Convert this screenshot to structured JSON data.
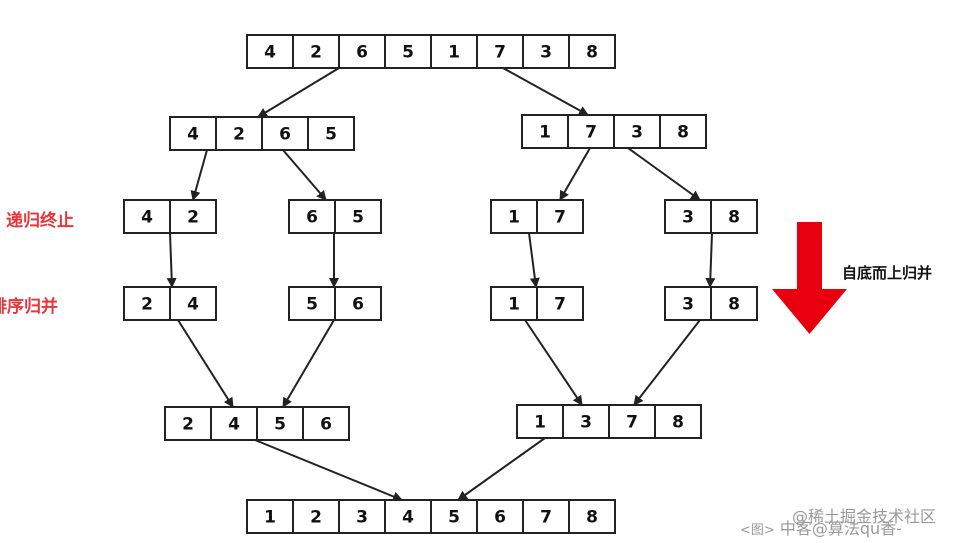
{
  "diagram": {
    "title": "",
    "labels": {
      "recursion_end": "递归终止",
      "sort_merge": "排序归并",
      "bottom_up": "自底而上归并"
    },
    "arrow_color": "#e8000e",
    "watermark": {
      "line1": "@稀土掘金技术社区",
      "line2": "中客@算法qu香-"
    },
    "nodes": [
      {
        "id": "r0",
        "values": [
          "4",
          "2",
          "6",
          "5",
          "1",
          "7",
          "3",
          "8"
        ]
      },
      {
        "id": "l1a",
        "values": [
          "4",
          "2",
          "6",
          "5"
        ]
      },
      {
        "id": "l1b",
        "values": [
          "1",
          "7",
          "3",
          "8"
        ]
      },
      {
        "id": "l2a",
        "values": [
          "4",
          "2"
        ]
      },
      {
        "id": "l2b",
        "values": [
          "6",
          "5"
        ]
      },
      {
        "id": "l2c",
        "values": [
          "1",
          "7"
        ]
      },
      {
        "id": "l2d",
        "values": [
          "3",
          "8"
        ]
      },
      {
        "id": "l3a",
        "values": [
          "2",
          "4"
        ]
      },
      {
        "id": "l3b",
        "values": [
          "5",
          "6"
        ]
      },
      {
        "id": "l3c",
        "values": [
          "1",
          "7"
        ]
      },
      {
        "id": "l3d",
        "values": [
          "3",
          "8"
        ]
      },
      {
        "id": "l4a",
        "values": [
          "2",
          "4",
          "5",
          "6"
        ]
      },
      {
        "id": "l4b",
        "values": [
          "1",
          "3",
          "7",
          "8"
        ]
      },
      {
        "id": "r5",
        "values": [
          "1",
          "2",
          "3",
          "4",
          "5",
          "6",
          "7",
          "8"
        ]
      }
    ],
    "edges": [
      {
        "from": "r0",
        "to": "l1a"
      },
      {
        "from": "r0",
        "to": "l1b"
      },
      {
        "from": "l1a",
        "to": "l2a"
      },
      {
        "from": "l1a",
        "to": "l2b"
      },
      {
        "from": "l1b",
        "to": "l2c"
      },
      {
        "from": "l1b",
        "to": "l2d"
      },
      {
        "from": "l2a",
        "to": "l3a"
      },
      {
        "from": "l2b",
        "to": "l3b"
      },
      {
        "from": "l2c",
        "to": "l3c"
      },
      {
        "from": "l2d",
        "to": "l3d"
      },
      {
        "from": "l3a",
        "to": "l4a"
      },
      {
        "from": "l3b",
        "to": "l4a"
      },
      {
        "from": "l3c",
        "to": "l4b"
      },
      {
        "from": "l3d",
        "to": "l4b"
      },
      {
        "from": "l4a",
        "to": "r5"
      },
      {
        "from": "l4b",
        "to": "r5"
      }
    ]
  }
}
